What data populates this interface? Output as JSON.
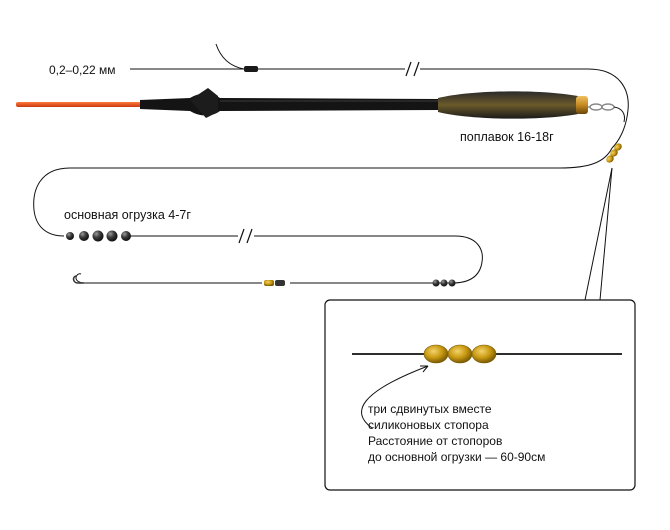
{
  "labels": {
    "line_diameter": "0,2–0,22 мм",
    "float": "поплавок 16-18г",
    "main_sinker": "основная огрузка 4-7г"
  },
  "callout": {
    "lines": [
      "три сдвинутых вместе",
      "силиконовых стопора",
      "Расстояние от стопоров",
      "до основной огрузки — 60-90см"
    ]
  },
  "colors": {
    "line": "#111111",
    "float_tip": "#e8501c",
    "float_body": "#141414",
    "float_bulb_gold": "#b8902a",
    "stopper": "#c99a12",
    "shot": "#3a3a3a"
  }
}
